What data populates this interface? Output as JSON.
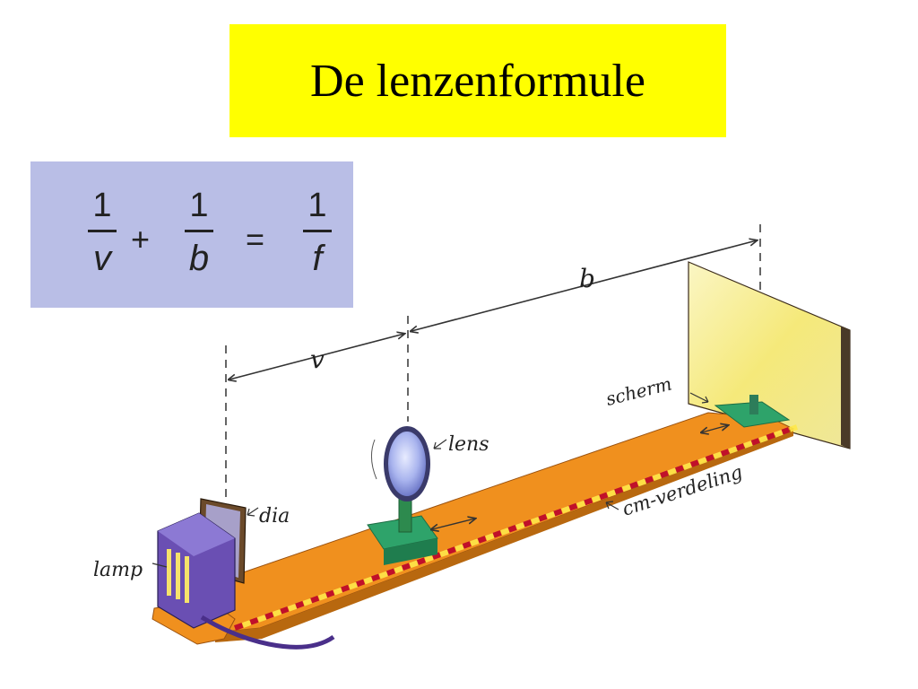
{
  "title": "De lenzenformule",
  "formula": {
    "numerator": "1",
    "plus": "+",
    "equals": "=",
    "terms": [
      "v",
      "b",
      "f"
    ]
  },
  "labels": {
    "v": "v",
    "b": "b",
    "lamp": "lamp",
    "dia": "dia",
    "lens": "lens",
    "scherm": "scherm",
    "cm_verdeling": "cm-verdeling"
  },
  "colors": {
    "title_bg": "#ffff00",
    "formula_bg": "#b9bee6",
    "rail": "#f0901e",
    "lamp": "#6a4fb3",
    "lens_base": "#2ea36a",
    "screen": "#f7ef9a"
  }
}
